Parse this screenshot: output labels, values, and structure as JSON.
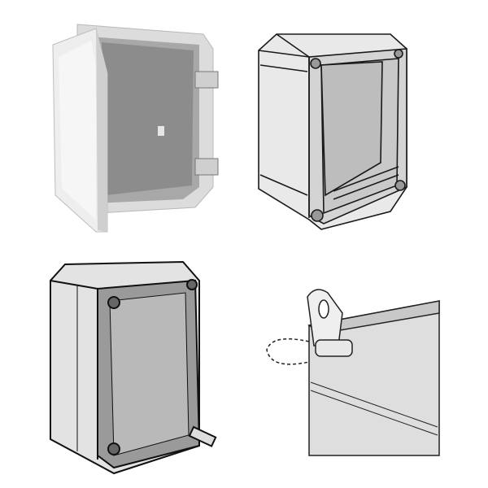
{
  "figures": [
    {
      "id": "enclosure-open-door-photo",
      "icon": "enclosure-open-door-icon"
    },
    {
      "id": "enclosure-open-line-drawing",
      "icon": "enclosure-open-icon"
    },
    {
      "id": "enclosure-transparent-cover",
      "icon": "enclosure-transparent-cover-icon"
    },
    {
      "id": "hinge-detail",
      "icon": "hinge-detail-icon"
    }
  ],
  "colors": {
    "background": "#ffffff",
    "enclosure_gray": "#d9d9d9",
    "panel_gray": "#8a8a8a",
    "outline": "#1a1a1a"
  }
}
